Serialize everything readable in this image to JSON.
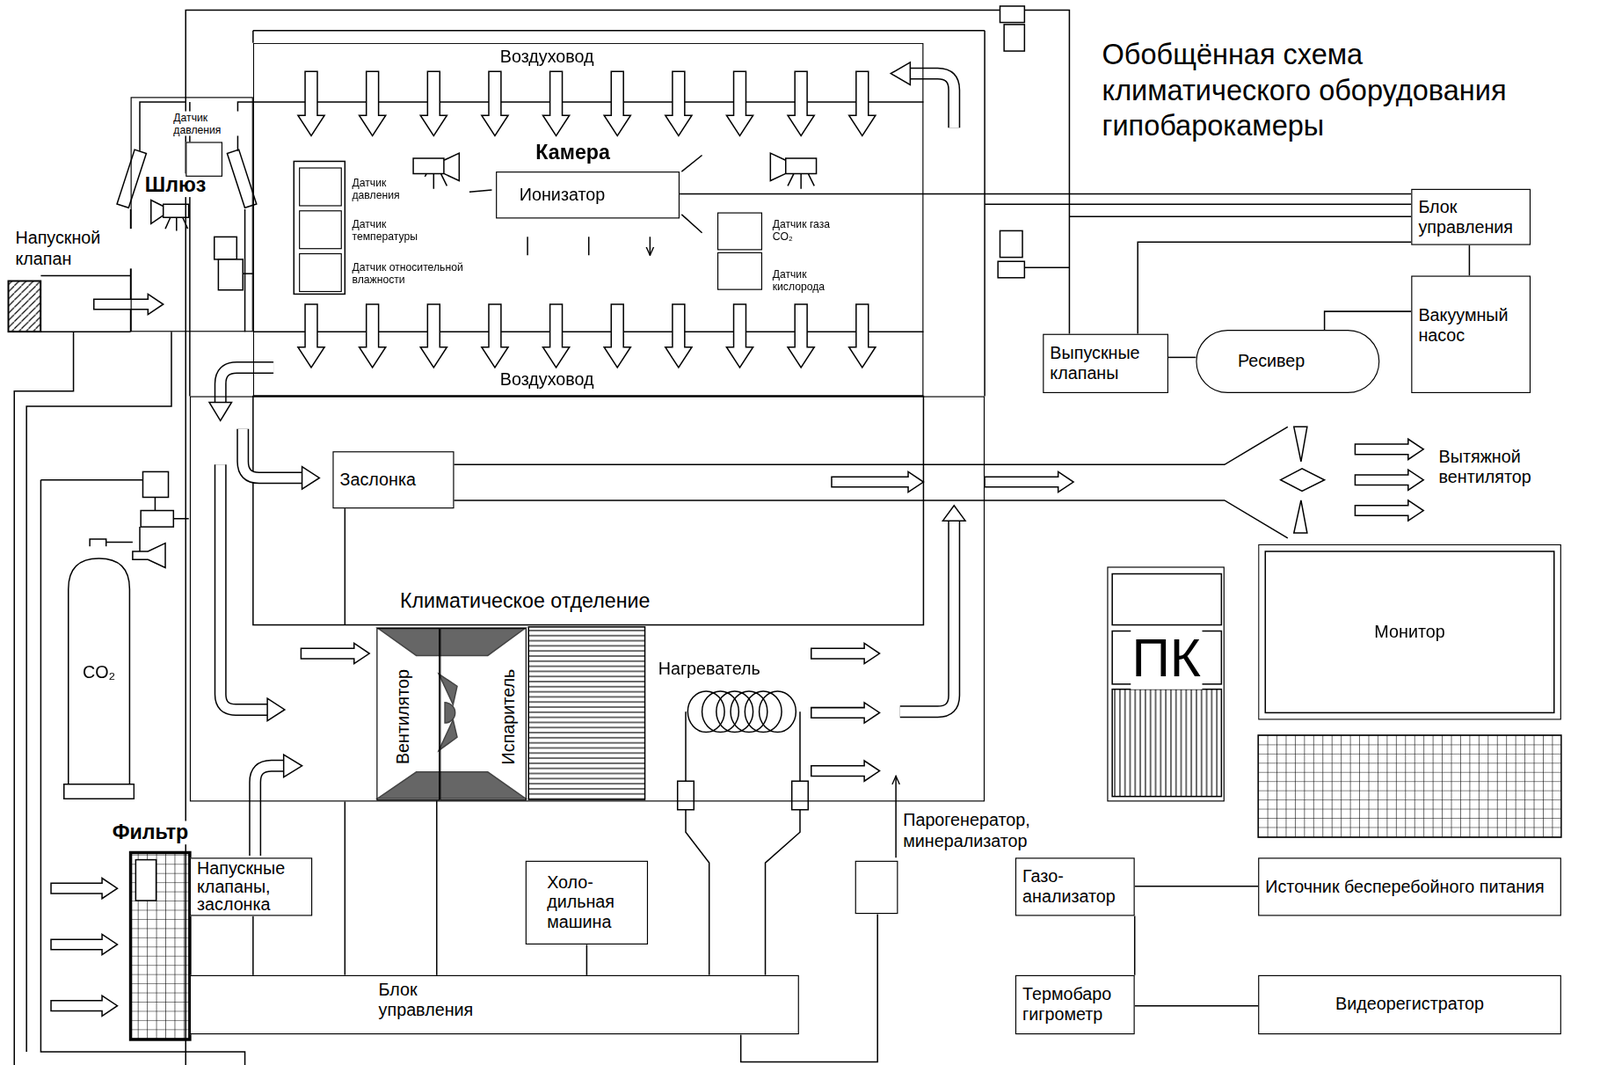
{
  "diagram": {
    "title": "Обобщённая схема климатического оборудования гипобарокамеры",
    "nodes": [
      {
        "text": [
          "Шлюз"
        ]
      },
      {
        "text": [
          "Датчик давления"
        ],
        "in": 0
      },
      {
        "text": [
          "Напускной клапан"
        ]
      },
      {
        "text": [
          "Камера"
        ]
      },
      {
        "text": [
          "Ионизатор"
        ],
        "in": 3
      },
      {
        "text": [
          "Датчик давления"
        ],
        "in": 3
      },
      {
        "text": [
          "Датчик температуры"
        ],
        "in": 3
      },
      {
        "text": [
          "Датчик относительной влажности"
        ],
        "in": 3
      },
      {
        "text": [
          "Датчик газа CO₂"
        ],
        "in": 3
      },
      {
        "text": [
          "Датчик кислорода"
        ],
        "in": 3
      },
      {
        "text": [
          "Климатическое отделение"
        ]
      },
      {
        "text": [
          "Заслонка"
        ],
        "in": 10
      },
      {
        "text": [
          "Вентилятор"
        ],
        "in": 10
      },
      {
        "text": [
          "Испаритель"
        ],
        "in": 10
      },
      {
        "text": [
          "Холо- дильная машина"
        ]
      },
      {
        "text": [
          "Парогенератор, минерализатор"
        ]
      },
      {
        "text": [
          "CO₂"
        ]
      },
      {
        "text": [
          "Фильтр"
        ]
      },
      {
        "text": [
          "Напускные клапаны, заслонка"
        ]
      },
      {
        "text": [
          "Блок управления"
        ]
      },
      {
        "text": [
          "Блок управления"
        ]
      },
      {
        "text": [
          "Вакуумный насос"
        ]
      },
      {
        "text": [
          "Выпускные клапаны"
        ]
      },
      {
        "text": [
          "Ресивер"
        ]
      },
      {
        "text": [
          "ПК"
        ]
      },
      {
        "text": [
          "Монитор"
        ]
      },
      {
        "text": [
          "Газо- анализатор"
        ]
      },
      {
        "text": [
          "Источник бесперебойного питания"
        ]
      },
      {
        "text": [
          "Термобаро гигрометр"
        ]
      },
      {
        "text": [
          "Видеорегистратор"
        ]
      }
    ],
    "edges": [
      {
        "from": 4,
        "to": 20,
        "arrow": "none"
      },
      {
        "from": 20,
        "to": 22,
        "arrow": "none"
      },
      {
        "from": 22,
        "to": 23,
        "arrow": "none"
      },
      {
        "from": 23,
        "to": 21,
        "arrow": "none"
      },
      {
        "from": 20,
        "to": 21,
        "arrow": "none"
      },
      {
        "from": 26,
        "to": 27,
        "arrow": "none"
      },
      {
        "from": 28,
        "to": 29,
        "arrow": "none"
      },
      {
        "from": 18,
        "to": 19,
        "arrow": "none"
      },
      {
        "from": 14,
        "to": 19,
        "arrow": "none"
      },
      {
        "from": 12,
        "to": 19,
        "arrow": "none"
      },
      {
        "from": 15,
        "to": 19,
        "arrow": "none"
      }
    ],
    "labels": [
      "Воздуховод",
      "Воздуховод",
      "Нагреватель",
      "Вытяжной вентилятор"
    ]
  }
}
